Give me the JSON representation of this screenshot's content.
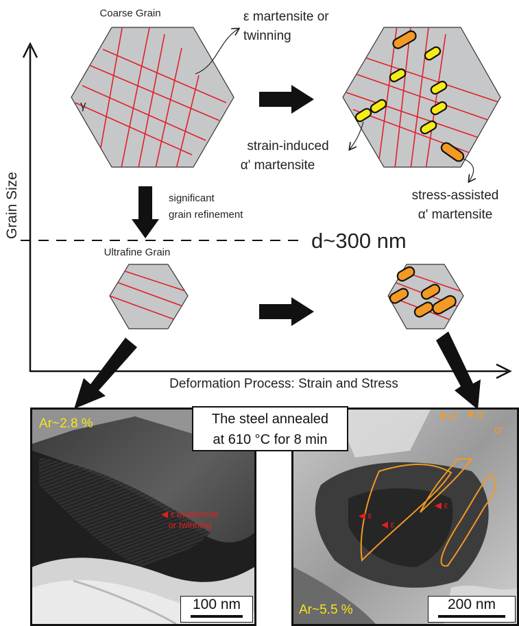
{
  "labels": {
    "coarse_grain": "Coarse Grain",
    "gamma": "γ",
    "eps_martensite_line1": "ε martensite or",
    "eps_martensite_line2": "twinning",
    "strain_induced_line1": "strain-induced",
    "strain_induced_line2": "α' martensite",
    "stress_assisted_line1": "stress-assisted",
    "stress_assisted_line2": "α' martensite",
    "refinement_line1": "significant",
    "refinement_line2": "grain refinement",
    "threshold": "d~300 nm",
    "ultrafine_grain": "Ultrafine Grain",
    "y_axis": "Grain Size",
    "x_axis": "Deformation Process: Strain and Stress"
  },
  "tem": {
    "left": {
      "ar": "Ar~2.8 %",
      "scale": "100 nm",
      "eps_line1": "ε martensite",
      "eps_line2": "or twinning"
    },
    "right": {
      "ar": "Ar~5.5 %",
      "scale": "200 nm",
      "eps": "ε",
      "alpha": "α'"
    },
    "anneal_line1": "The steel annealed",
    "anneal_line2": "at 610 °C for  8 min"
  },
  "colors": {
    "grain_fill": "#c6c7c9",
    "twin_lines": "#e02027",
    "strain_induced": "#f6eb14",
    "stress_assisted": "#f29a24",
    "annotation_red": "#e0201e"
  }
}
